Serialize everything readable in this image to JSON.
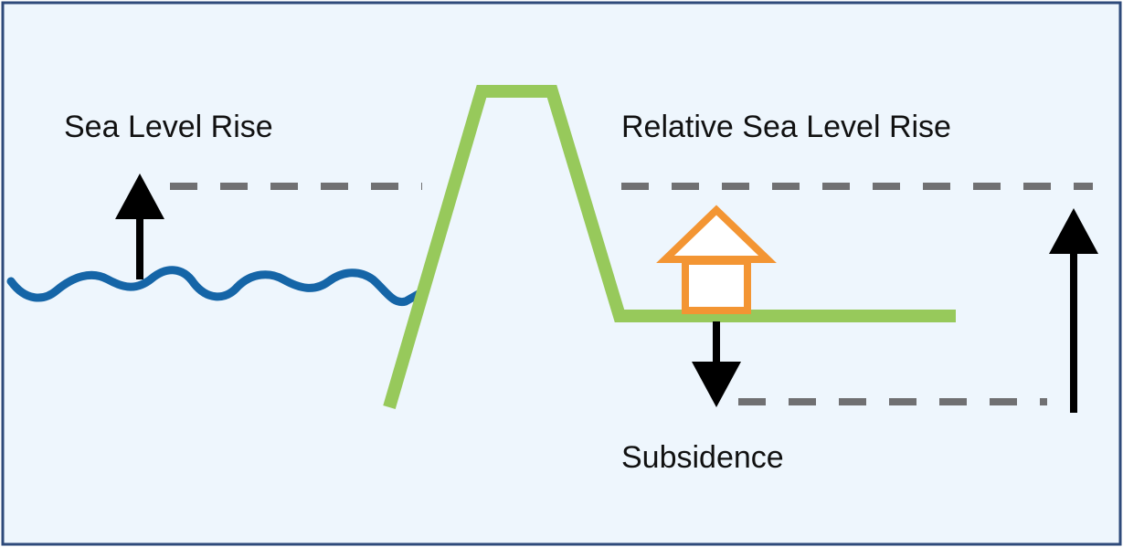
{
  "labels": {
    "sea_level_rise": "Sea Level Rise",
    "relative_sea_level_rise": "Relative Sea Level Rise",
    "subsidence": "Subsidence"
  },
  "colors": {
    "background": "#eef6fd",
    "border": "#2e4a7a",
    "water": "#1565a7",
    "levee": "#97c95b",
    "house": "#f39533",
    "house_fill": "#ffffff",
    "dashed_line": "#707072",
    "arrow": "#000000"
  },
  "icons": {
    "house": "house-icon",
    "up_arrow": "up-arrow-icon",
    "down_arrow": "down-arrow-icon"
  }
}
